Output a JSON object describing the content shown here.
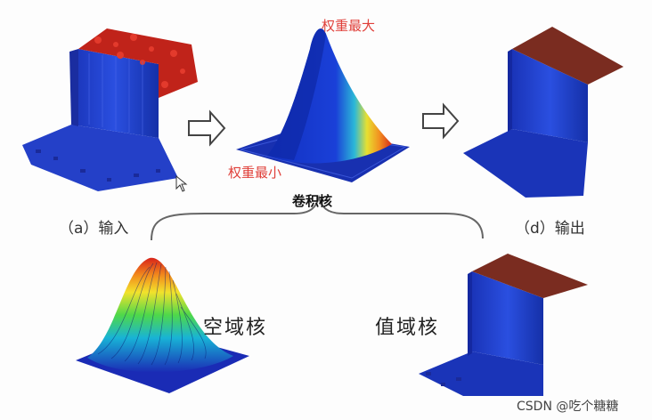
{
  "labels": {
    "input": "（a）输入",
    "output": "（d）输出",
    "kernel": "卷积核",
    "max_weight": "权重最大",
    "min_weight": "权重最小",
    "spatial_kernel": "空域核",
    "range_kernel": "值域核"
  },
  "watermark": "CSDN @吃个糖糖",
  "colors": {
    "surface_blue": "#1f3fc8",
    "surface_red": "#c0231a",
    "surface_brown": "#7a2c20",
    "annotation_red": "#e0403a"
  }
}
